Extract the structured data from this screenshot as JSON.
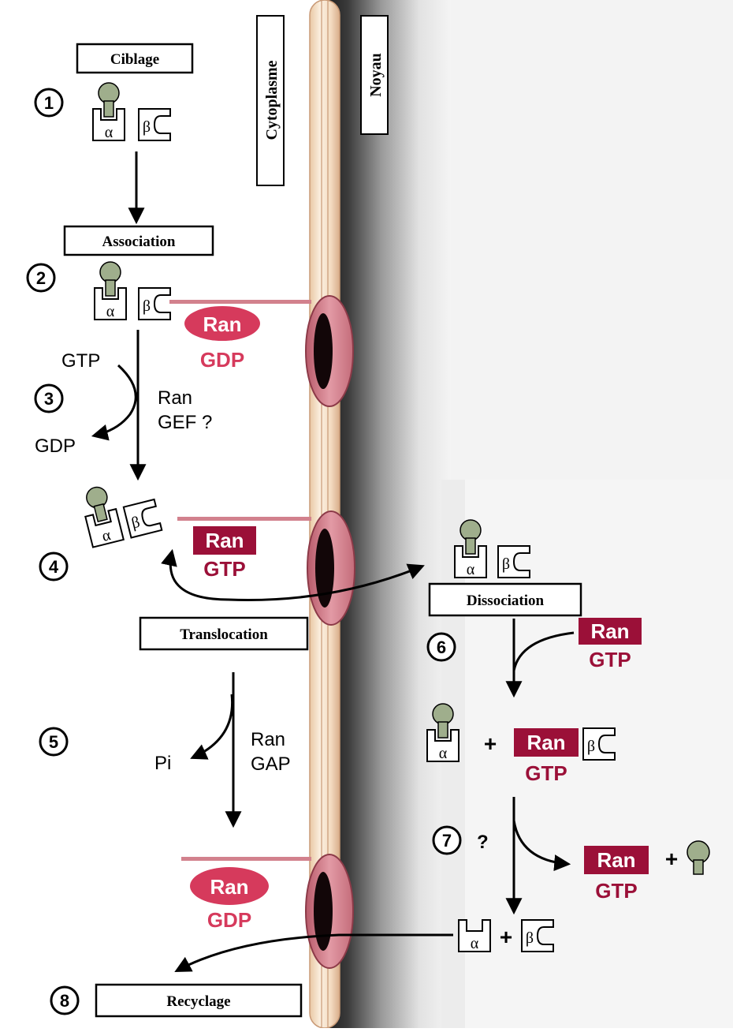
{
  "compartments": {
    "cytoplasm_label": "Cytoplasme",
    "nucleus_label": "Noyau"
  },
  "steps": [
    {
      "number": "1",
      "title": "Ciblage"
    },
    {
      "number": "2",
      "title": "Association"
    },
    {
      "number": "3",
      "title": ""
    },
    {
      "number": "4",
      "title": "Translocation"
    },
    {
      "number": "5",
      "title": ""
    },
    {
      "number": "6",
      "title": "Dissociation"
    },
    {
      "number": "7",
      "title": ""
    },
    {
      "number": "8",
      "title": "Recyclage"
    }
  ],
  "step7_question": "?",
  "subunits": {
    "alpha": "α",
    "beta": "β"
  },
  "ran": {
    "name": "Ran",
    "gdp": "GDP",
    "gtp": "GTP"
  },
  "reactions": {
    "gtp_in": "GTP",
    "gdp_out": "GDP",
    "ran_gef_line1": "Ran",
    "ran_gef_line2": "GEF ?",
    "pi_out": "Pi",
    "ran_gap_line1": "Ran",
    "ran_gap_line2": "GAP",
    "plus": "+"
  },
  "colors": {
    "ran_gdp": "#d63a5c",
    "ran_gtp": "#9b1038",
    "cargo": "#9fae8c",
    "pore": "#d2818d",
    "envelope": "#f2d7b8",
    "nucleus_shadow": "#2a2a2a"
  }
}
